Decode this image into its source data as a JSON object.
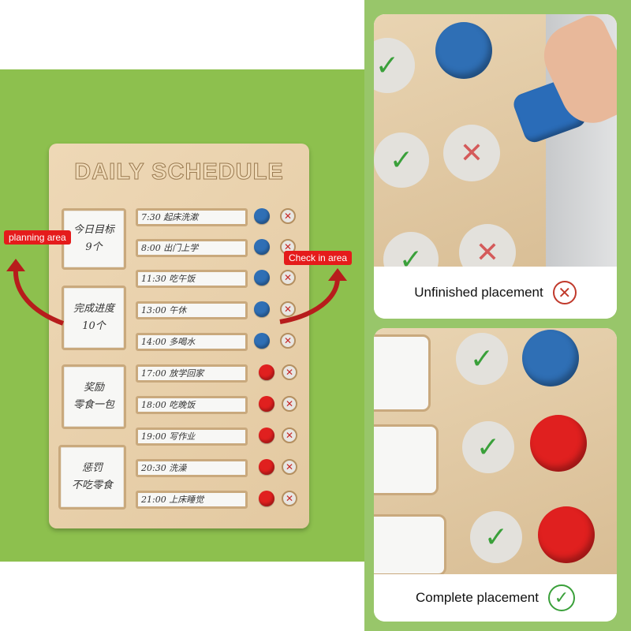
{
  "board": {
    "title": "DAILY SCHEDULE",
    "plan_boxes": [
      {
        "lines": [
          "今日目标",
          "9个"
        ]
      },
      {
        "lines": [
          "完成进度",
          "10个"
        ]
      },
      {
        "lines": [
          "奖励",
          "零食一包"
        ]
      },
      {
        "lines": [
          "惩罚",
          "不吃零食"
        ]
      }
    ],
    "tasks": [
      {
        "text": "7:30 起床洗漱",
        "peg": "blue"
      },
      {
        "text": "8:00 出门上学",
        "peg": "blue"
      },
      {
        "text": "11:30 吃午饭",
        "peg": "blue"
      },
      {
        "text": "13:00 午休",
        "peg": "blue"
      },
      {
        "text": "14:00 多喝水",
        "peg": "blue"
      },
      {
        "text": "17:00 放学回家",
        "peg": "red"
      },
      {
        "text": "18:00 吃晚饭",
        "peg": "red"
      },
      {
        "text": "19:00 写作业",
        "peg": "red"
      },
      {
        "text": "20:30 洗澡",
        "peg": "red"
      },
      {
        "text": "21:00 上床睡觉",
        "peg": "red"
      }
    ],
    "hole_mark": "✕"
  },
  "callouts": {
    "planning": "planning area",
    "checkin": "Check in area"
  },
  "panels": {
    "unfinished": "Unfinished placement",
    "complete": "Complete placement",
    "check_mark": "✓",
    "cross_mark": "✕"
  },
  "colors": {
    "blue_peg": "#2f6fb5",
    "red_peg": "#e0201f",
    "callout": "#e51b1b",
    "check": "#3aa03a"
  }
}
